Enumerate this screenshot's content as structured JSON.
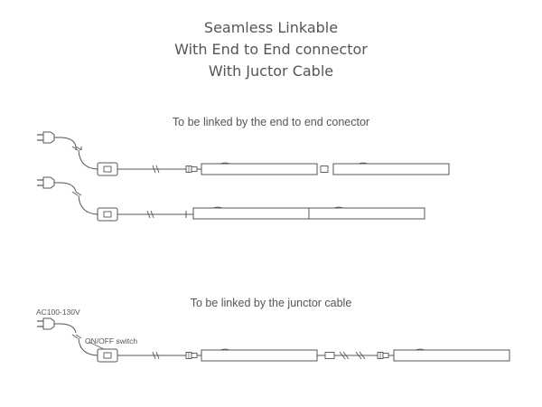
{
  "title": {
    "line1": "Seamless Linkable",
    "line2": "With End to End connector",
    "line3": "With Juctor Cable"
  },
  "sections": {
    "end_to_end": {
      "caption": "To be linked by the end to end conector"
    },
    "junctor": {
      "caption": "To be linked by the junctor cable",
      "voltage_label": "AC100-130V",
      "switch_label": "ON/OFF switch"
    }
  },
  "colors": {
    "line": "#555555",
    "text": "#555555",
    "background": "#ffffff"
  }
}
